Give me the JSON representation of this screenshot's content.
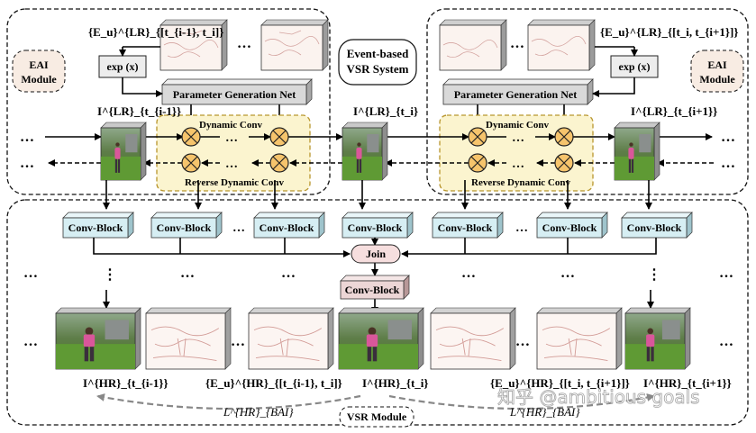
{
  "system_title": [
    "Event-based",
    "VSR System"
  ],
  "eai_module_label": [
    "EAI",
    "Module"
  ],
  "vsr_module_label": "VSR Module",
  "exp_label": "exp (x)",
  "param_net_label": "Parameter Generation Net",
  "dynamic_conv_label": "Dynamic Conv",
  "reverse_dynamic_conv_label": "Reverse Dynamic Conv",
  "conv_block_label": "Conv-Block",
  "join_label": "Join",
  "events_lr_left": "{E_u}^{LR}_{[t_{i-1}, t_i]}",
  "events_lr_right": "{E_u}^{LR}_{[t_i, t_{i+1}]}",
  "frames_lr": [
    "I^{LR}_{t_{i-1}}",
    "I^{LR}_{t_i}",
    "I^{LR}_{t_{i+1}}"
  ],
  "frames_hr": [
    "I^{HR}_{t_{i-1}}",
    "I^{HR}_{t_i}",
    "I^{HR}_{t_{i+1}}"
  ],
  "events_hr_left": "{E_u}^{HR}_{[t_{i-1}, t_i]}",
  "events_hr_right": "{E_u}^{HR}_{[t_i, t_{i+1}]}",
  "loss_label": "L^{HR}_{BAI}",
  "ellipsis": "…",
  "vertical_ellipsis": "⋮",
  "watermark": "知乎 @ambitious goals",
  "colors": {
    "param_net_fill": "#d9d9d9",
    "conv_block_fill": "#d6eef3",
    "join_fill": "#f6dede",
    "final_conv_fill": "#ecd6d6",
    "dynamic_region_fill": "#fbf4cf",
    "dynamic_region_border": "#b8962e",
    "mult_fill": "#f6c46c"
  }
}
